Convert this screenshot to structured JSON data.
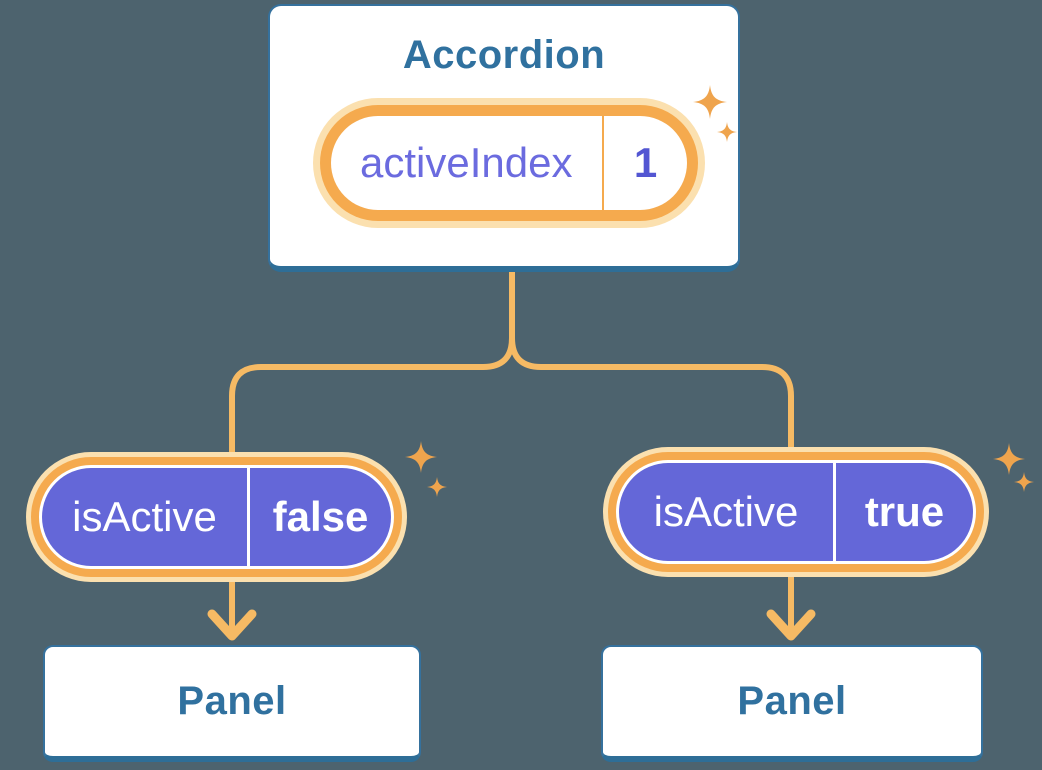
{
  "diagram": {
    "type": "component-tree",
    "background_color": "#4D636E",
    "connector_color": "#F6BA64",
    "pill_halo_color": "#FBE0AF",
    "pill_ring_color": "#F5AA4E",
    "pill_purple_fill": "#6467D8",
    "purple_text_color": "#6B6BDF",
    "purple_value_color": "#5356D2",
    "blue_text_color": "#30719F",
    "card_border_color": "#35719D",
    "card_border_bottom_color": "#2E6E97",
    "sparkle_color": "#EFA44D"
  },
  "accordion": {
    "title": "Accordion",
    "state_pill": {
      "label": "activeIndex",
      "value": "1"
    }
  },
  "children": [
    {
      "pill": {
        "label": "isActive",
        "value": "false"
      },
      "panel": {
        "title": "Panel"
      }
    },
    {
      "pill": {
        "label": "isActive",
        "value": "true"
      },
      "panel": {
        "title": "Panel"
      }
    }
  ]
}
